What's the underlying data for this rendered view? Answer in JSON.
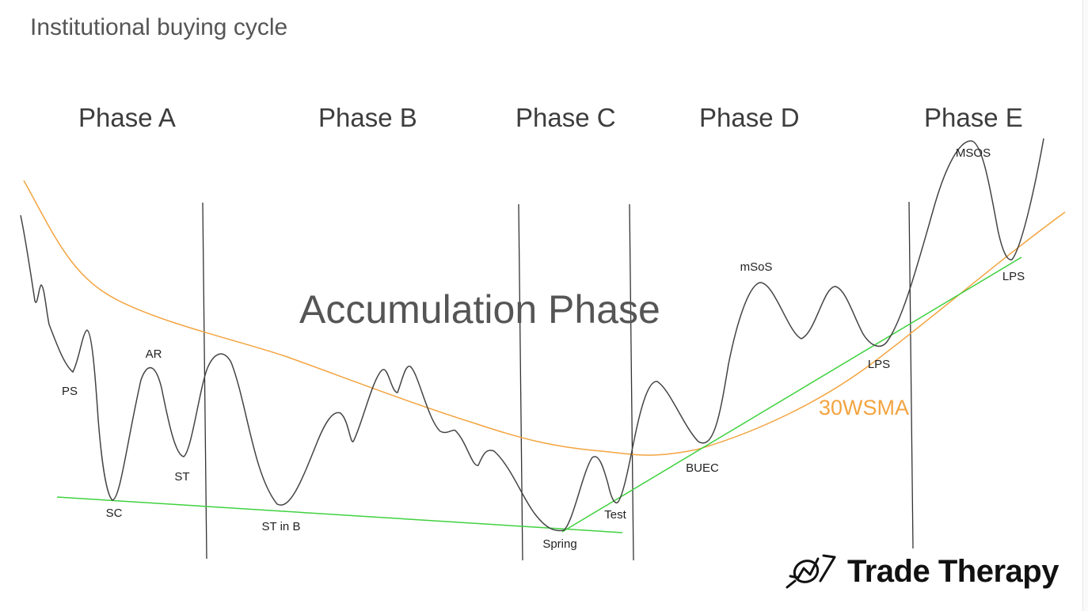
{
  "title": "Institutional buying cycle",
  "phases": [
    "Phase A",
    "Phase B",
    "Phase C",
    "Phase D",
    "Phase E"
  ],
  "center_label": "Accumulation Phase",
  "labels": {
    "ps": "PS",
    "sc": "SC",
    "ar": "AR",
    "st": "ST",
    "st_in_b": "ST in B",
    "spring": "Spring",
    "test": "Test",
    "buec": "BUEC",
    "msos_minor": "mSoS",
    "lps_1": "LPS",
    "msos_major": "MSOS",
    "lps_2": "LPS"
  },
  "moving_average_label": "30WSMA",
  "brand": {
    "name": "Trade Therapy"
  },
  "colors": {
    "price": "#444444",
    "moving_average": "#f3a440",
    "support_lines": "#3fd13f",
    "phase_dividers": "#333333"
  }
}
